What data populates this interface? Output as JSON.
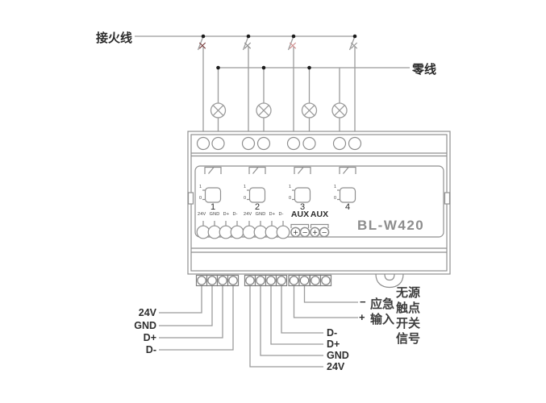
{
  "top": {
    "live_label": "接火线",
    "neutral_label": "零线",
    "switches": [
      {
        "mark": "×",
        "mark_color": "#7d4545"
      },
      {
        "mark": "×",
        "mark_color": "#8f8f8f"
      },
      {
        "mark": "×",
        "mark_color": "#d09090"
      },
      {
        "mark": "×",
        "mark_color": "#979797"
      }
    ]
  },
  "device": {
    "model": "BL-W420",
    "channels": [
      {
        "number": "1",
        "on_mark": "1",
        "off_mark": "0"
      },
      {
        "number": "2",
        "on_mark": "1",
        "off_mark": "0"
      },
      {
        "number": "3",
        "on_mark": "1",
        "off_mark": "0"
      },
      {
        "number": "4",
        "on_mark": "1",
        "off_mark": "0"
      }
    ],
    "terminal_group_labels": [
      "24V GND D+ D-",
      "24V GND D+ D-"
    ],
    "aux_labels": [
      "AUX",
      "AUX"
    ],
    "aux_terminal_signs": [
      "+",
      "−",
      "+",
      "−"
    ]
  },
  "bottom": {
    "left_labels": [
      "24V",
      "GND",
      "D+",
      "D-"
    ],
    "right_labels": [
      "D-",
      "D+",
      "GND",
      "24V"
    ],
    "emergency": {
      "minus_sign": "−",
      "minus_text": "应急",
      "plus_sign": "+",
      "plus_text": "输入",
      "side_column": [
        "无源",
        "触点",
        "开关",
        "信号"
      ]
    }
  },
  "colors": {
    "wire": "#9b9b9b",
    "device_outline": "#8f8f8f",
    "junction_dot": "#1c1c1c",
    "model_text": "#8d8d8d"
  }
}
